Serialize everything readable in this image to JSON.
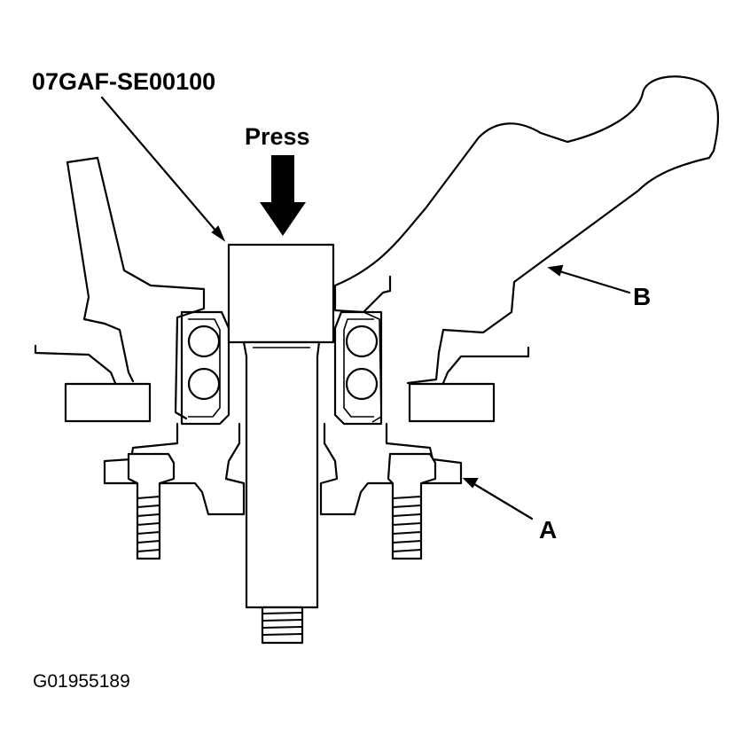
{
  "labels": {
    "tool_number": "07GAF-SE00100",
    "press": "Press",
    "part_a": "A",
    "part_b": "B",
    "figure_code": "G01955189"
  }
}
